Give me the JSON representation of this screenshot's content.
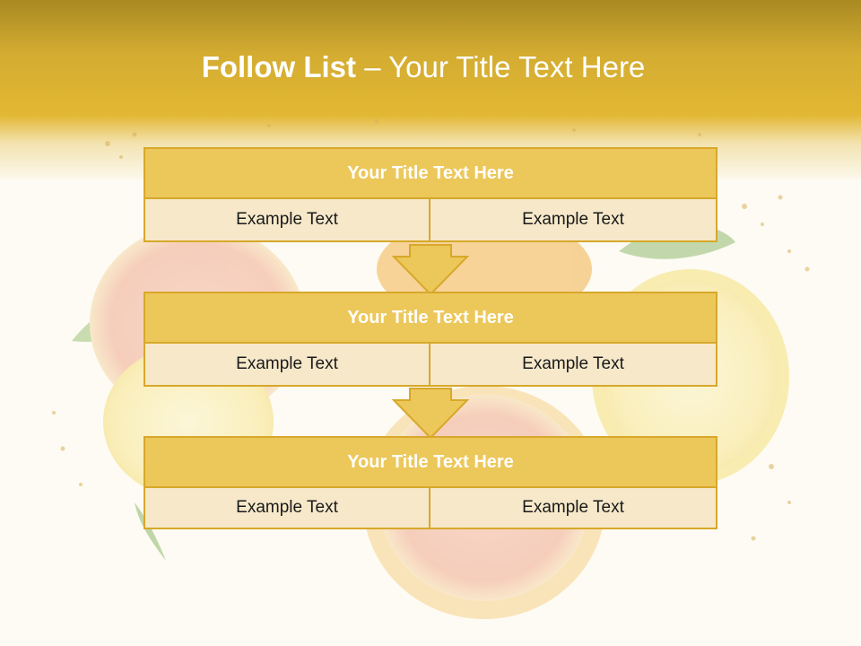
{
  "slide": {
    "title_bold": "Follow List",
    "title_rest": " – Your Title Text Here",
    "blocks": [
      {
        "title": "Your Title Text Here",
        "left_text": "Example Text",
        "right_text": "Example Text"
      },
      {
        "title": "Your Title Text Here",
        "left_text": "Example Text",
        "right_text": "Example Text"
      },
      {
        "title": "Your Title Text Here",
        "left_text": "Example Text",
        "right_text": "Example Text"
      }
    ]
  },
  "colors": {
    "header_gold": "#e2b733",
    "block_header": "#ecc75a",
    "block_cell": "#f6e8c9",
    "border": "#d7a82a"
  }
}
